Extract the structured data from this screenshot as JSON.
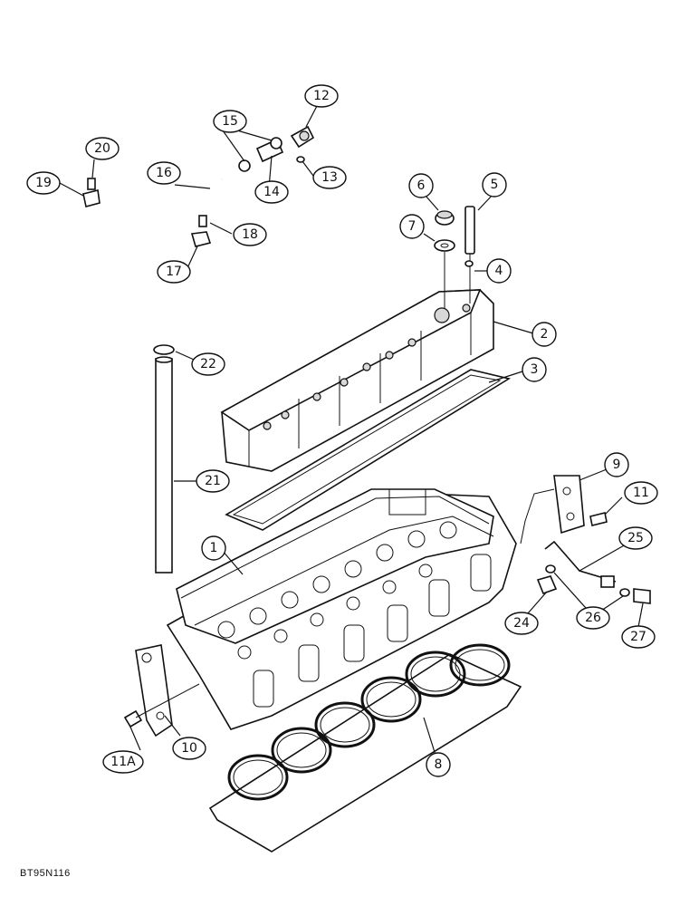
{
  "figure_code": "BT95N116",
  "callouts": [
    "1",
    "2",
    "3",
    "4",
    "5",
    "6",
    "7",
    "8",
    "9",
    "10",
    "11",
    "11A",
    "12",
    "13",
    "14",
    "15",
    "16",
    "17",
    "18",
    "19",
    "20",
    "21",
    "22",
    "24",
    "25",
    "26",
    "27"
  ],
  "parts": [
    "cylinder-head",
    "valve-cover",
    "valve-cover-gasket",
    "o-ring",
    "stud",
    "oil-filler-cap",
    "seal-washer",
    "head-gasket",
    "lifting-bracket-rear",
    "lifting-bracket-front",
    "bolt",
    "bolt",
    "breather",
    "o-ring-small",
    "hose",
    "hose-clamp",
    "breather-tube",
    "clip",
    "bolt-clip",
    "clip-lower",
    "bolt-lower",
    "drain-tube",
    "o-ring-tube",
    "connector",
    "oil-line",
    "sealing-washer",
    "fitting"
  ]
}
